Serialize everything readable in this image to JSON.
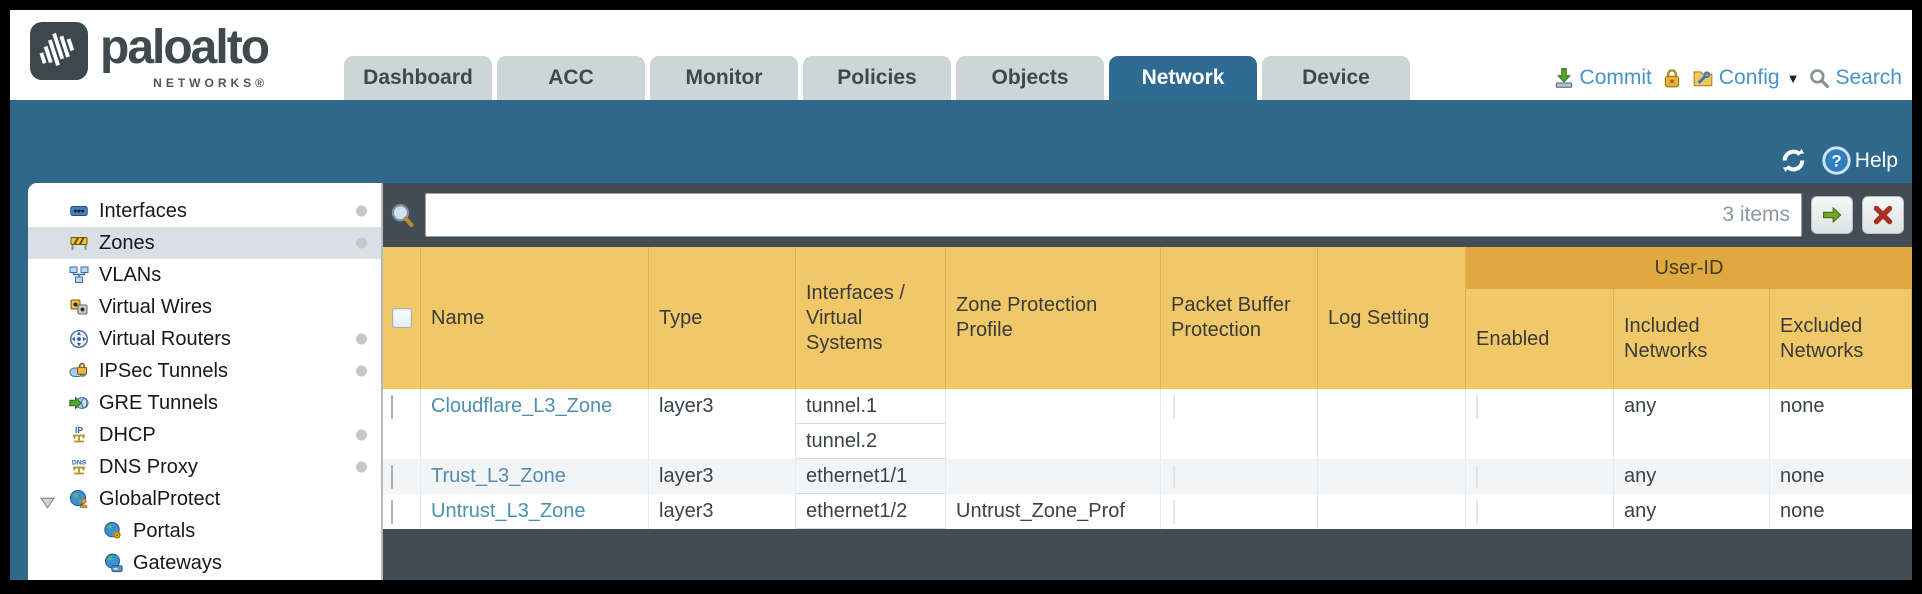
{
  "brand": {
    "name": "paloalto",
    "subtitle": "NETWORKS®"
  },
  "nav": {
    "tabs": [
      {
        "label": "Dashboard",
        "active": false
      },
      {
        "label": "ACC",
        "active": false
      },
      {
        "label": "Monitor",
        "active": false
      },
      {
        "label": "Policies",
        "active": false
      },
      {
        "label": "Objects",
        "active": false
      },
      {
        "label": "Network",
        "active": true
      },
      {
        "label": "Device",
        "active": false
      }
    ],
    "actions": {
      "commit_label": "Commit",
      "config_label": "Config",
      "search_label": "Search"
    }
  },
  "toolbar": {
    "help_label": "Help"
  },
  "sidebar": {
    "items": [
      {
        "label": "Interfaces",
        "icon": "interfaces-icon",
        "dot": true,
        "selected": false,
        "child": false,
        "expandable": false
      },
      {
        "label": "Zones",
        "icon": "zones-icon",
        "dot": true,
        "selected": true,
        "child": false,
        "expandable": false
      },
      {
        "label": "VLANs",
        "icon": "vlans-icon",
        "dot": false,
        "selected": false,
        "child": false,
        "expandable": false
      },
      {
        "label": "Virtual Wires",
        "icon": "virtual-wires-icon",
        "dot": false,
        "selected": false,
        "child": false,
        "expandable": false
      },
      {
        "label": "Virtual Routers",
        "icon": "virtual-routers-icon",
        "dot": true,
        "selected": false,
        "child": false,
        "expandable": false
      },
      {
        "label": "IPSec Tunnels",
        "icon": "ipsec-tunnels-icon",
        "dot": true,
        "selected": false,
        "child": false,
        "expandable": false
      },
      {
        "label": "GRE Tunnels",
        "icon": "gre-tunnels-icon",
        "dot": false,
        "selected": false,
        "child": false,
        "expandable": false
      },
      {
        "label": "DHCP",
        "icon": "dhcp-icon",
        "dot": true,
        "selected": false,
        "child": false,
        "expandable": false
      },
      {
        "label": "DNS Proxy",
        "icon": "dns-proxy-icon",
        "dot": true,
        "selected": false,
        "child": false,
        "expandable": false
      },
      {
        "label": "GlobalProtect",
        "icon": "globalprotect-icon",
        "dot": false,
        "selected": false,
        "child": false,
        "expandable": true
      },
      {
        "label": "Portals",
        "icon": "portals-icon",
        "dot": false,
        "selected": false,
        "child": true,
        "expandable": false
      },
      {
        "label": "Gateways",
        "icon": "gateways-icon",
        "dot": false,
        "selected": false,
        "child": true,
        "expandable": false
      }
    ]
  },
  "filter": {
    "value": "",
    "placeholder": "",
    "items_count": "3 items"
  },
  "table": {
    "group_header": "User-ID",
    "columns": [
      "Name",
      "Type",
      "Interfaces / Virtual Systems",
      "Zone Protection Profile",
      "Packet Buffer Protection",
      "Log Setting",
      "Enabled",
      "Included Networks",
      "Excluded Networks"
    ],
    "rows": [
      {
        "name": "Cloudflare_L3_Zone",
        "type": "layer3",
        "interfaces": [
          "tunnel.1",
          "tunnel.2"
        ],
        "zone_protection_profile": "",
        "packet_buffer_protection": false,
        "log_setting": "",
        "enabled": false,
        "included_networks": "any",
        "excluded_networks": "none"
      },
      {
        "name": "Trust_L3_Zone",
        "type": "layer3",
        "interfaces": [
          "ethernet1/1"
        ],
        "zone_protection_profile": "",
        "packet_buffer_protection": false,
        "log_setting": "",
        "enabled": false,
        "included_networks": "any",
        "excluded_networks": "none"
      },
      {
        "name": "Untrust_L3_Zone",
        "type": "layer3",
        "interfaces": [
          "ethernet1/2"
        ],
        "zone_protection_profile": "Untrust_Zone_Prof",
        "packet_buffer_protection": false,
        "log_setting": "",
        "enabled": false,
        "included_networks": "any",
        "excluded_networks": "none"
      }
    ]
  },
  "colors": {
    "teal_band": "#30688C",
    "slate_background": "#424D55",
    "header_amber": "#F0C868",
    "group_amber": "#DFA940",
    "tab_inactive": "#CCD6D6",
    "tab_active": "#2D6B90",
    "link_blue": "#4D8FB0",
    "action_link_blue": "#4793C7"
  }
}
